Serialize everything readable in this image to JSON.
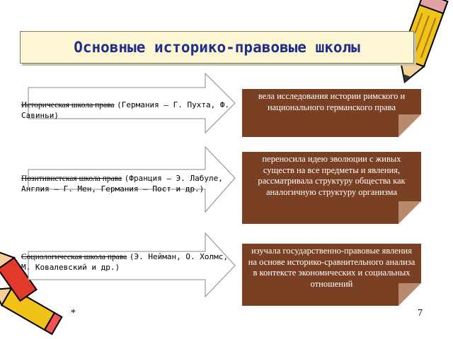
{
  "title": "Основные историко-правовые школы",
  "schools": [
    {
      "bullet": "",
      "name": "Историческая школа права",
      "where": "(Германия – Г. Пухта, Ф. Савиньи)",
      "result": "вела исследования истории римского и национального германского права"
    },
    {
      "bullet": "",
      "name": "Позитивистская школа права",
      "where": "(Франция – Э. Лабуле, Англия – Г. Мен, Германия – Пост и др.)",
      "result": "переносила идею эволюции с живых существ на все предметы и явления, рассматривала структуру общества как аналогичную структуру организма"
    },
    {
      "bullet": "",
      "name": "Социологическая школа права",
      "where": "(Э. Нейман, О. Холмс, М. Ковалевский и др.)",
      "result": "изучала государственно-правовые явления на основе историко-сравнительного анализа в контексте экономических и социальных отношений"
    }
  ],
  "footer": {
    "star": "*",
    "page": "7"
  },
  "colors": {
    "title_text": "#1f2d8c",
    "title_bg": "#fdf6d2",
    "box_bg": "#7a4023"
  },
  "icons": [
    "pencil-icon-top-right",
    "pencil-icon-bottom-left",
    "arrow-icon"
  ]
}
